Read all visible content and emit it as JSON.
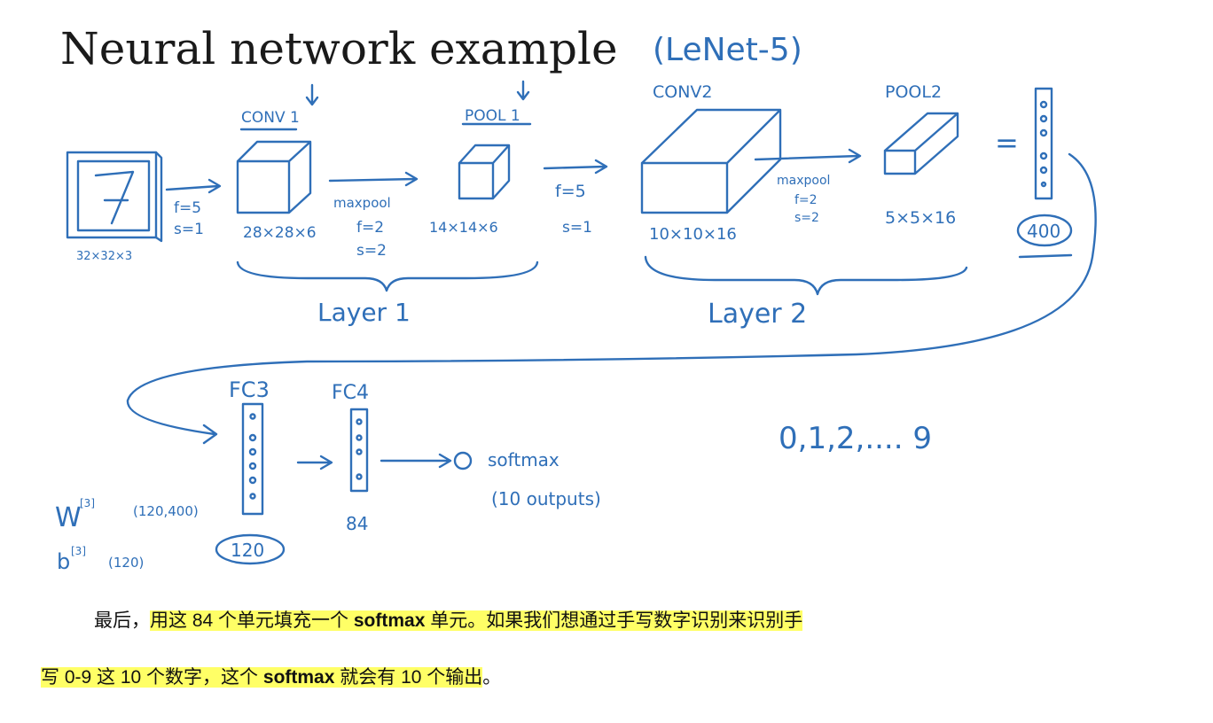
{
  "slide": {
    "title": "Neural network example",
    "subtitle": "(LeNet-5)",
    "input": {
      "digit": "7",
      "size": "32×32×3"
    },
    "step1": {
      "f": "f=5",
      "s": "s=1"
    },
    "conv1": {
      "label": "CONV 1",
      "size": "28×28×6"
    },
    "pool1_params": {
      "name": "maxpool",
      "f": "f=2",
      "s": "s=2"
    },
    "pool1": {
      "label": "POOL 1",
      "size": "14×14×6"
    },
    "step2": {
      "f": "f=5",
      "s": "s=1"
    },
    "conv2": {
      "label": "CONV2",
      "size": "10×10×16"
    },
    "pool2_params": {
      "name": "maxpool",
      "f": "f=2",
      "s": "s=2"
    },
    "pool2": {
      "label": "POOL2",
      "size": "5×5×16"
    },
    "flatten": {
      "equals": "=",
      "count": "400"
    },
    "layer1": "Layer 1",
    "layer2": "Layer 2",
    "fc3": {
      "label": "FC3",
      "count": "120"
    },
    "fc4": {
      "label": "FC4",
      "count": "84"
    },
    "weights": {
      "w": "W",
      "w_sup": "[3]",
      "w_shape": "(120,400)",
      "b": "b",
      "b_sup": "[3]",
      "b_shape": "(120)"
    },
    "output": {
      "label": "softmax",
      "outputs": "(10 outputs)"
    },
    "classes": "0,1,2,.... 9"
  },
  "caption": {
    "line1_a": "最后，",
    "line1_b": "用这 84 个单元填充一个 ",
    "line1_c": "softmax",
    "line1_d": " 单元。如果我们想通过手写数字识别来识别手",
    "line2_a": "写 0-9 这 10 个数字，这个 ",
    "line2_b": "softmax",
    "line2_c": " 就会有 10 个输出",
    "line2_d": "。"
  }
}
